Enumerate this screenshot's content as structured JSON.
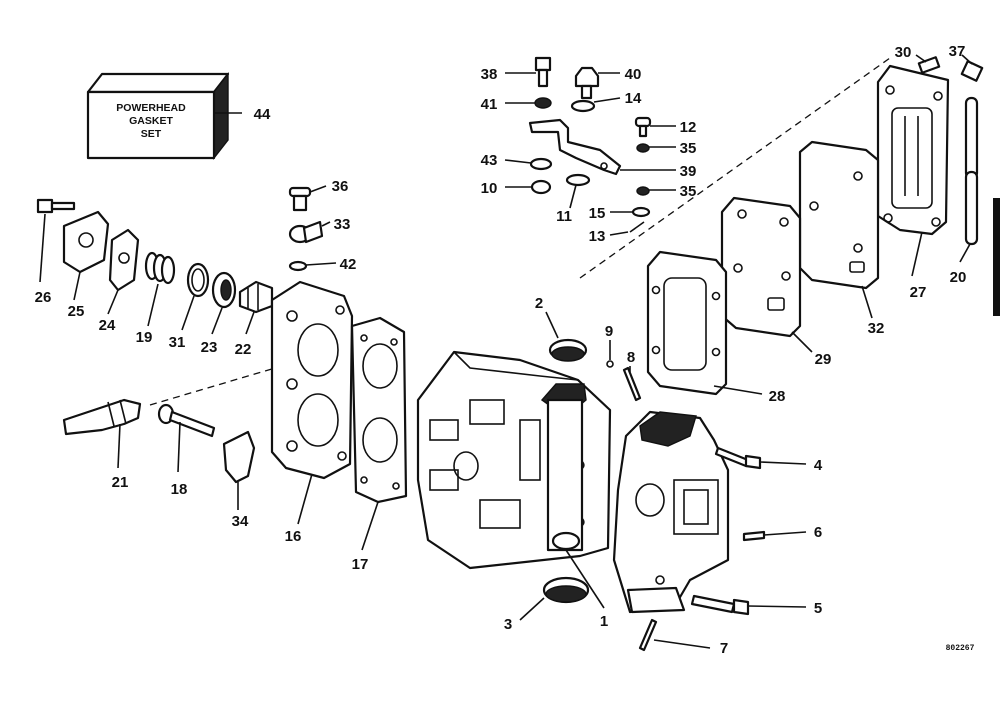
{
  "gasket_set_box": {
    "line1": "POWERHEAD",
    "line2": "GASKET",
    "line3": "SET"
  },
  "drawing_ref": "802267",
  "callouts": {
    "c1": "1",
    "c2": "2",
    "c3": "3",
    "c4": "4",
    "c5": "5",
    "c6": "6",
    "c7": "7",
    "c8": "8",
    "c9": "9",
    "c10": "10",
    "c11": "11",
    "c12": "12",
    "c13": "13",
    "c14": "14",
    "c15": "15",
    "c16": "16",
    "c17": "17",
    "c18": "18",
    "c19": "19",
    "c20": "20",
    "c21": "21",
    "c22": "22",
    "c23": "23",
    "c24": "24",
    "c25": "25",
    "c26": "26",
    "c27": "27",
    "c28": "28",
    "c29": "29",
    "c30": "30",
    "c31": "31",
    "c32": "32",
    "c33": "33",
    "c34": "34",
    "c35a": "35",
    "c35b": "35",
    "c36": "36",
    "c37": "37",
    "c38": "38",
    "c39": "39",
    "c40": "40",
    "c41": "41",
    "c42": "42",
    "c43": "43",
    "c44": "44"
  }
}
